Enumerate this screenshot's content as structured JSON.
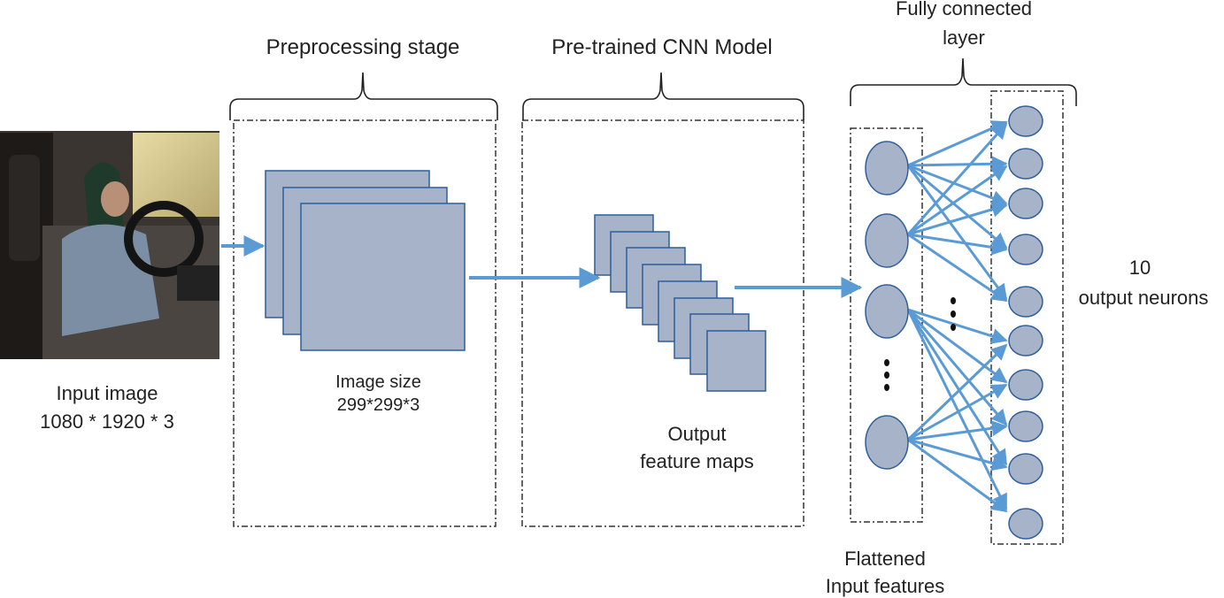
{
  "labels": {
    "input_image": "Input image",
    "input_dims": "1080 * 1920 * 3",
    "preprocessing": "Preprocessing stage",
    "image_size": "Image size",
    "image_size_dims": "299*299*3",
    "cnn_model": "Pre-trained CNN Model",
    "output": "Output",
    "feature_maps": "feature maps",
    "fc_line1": "Fully connected",
    "fc_line2": "layer",
    "output_count": "10",
    "output_neurons": "output neurons",
    "flattened": "Flattened",
    "input_features": "Input features"
  },
  "colors": {
    "arrow": "#5b9bd5",
    "sheet_fill": "#a7b3c8",
    "sheet_stroke": "#2e5e9b",
    "neuron_fill": "#a7b3c8",
    "neuron_stroke": "#2e5e9b",
    "dash": "#333333",
    "text": "#222222"
  },
  "icons": {
    "input_photo": "driver-in-car-photo"
  },
  "network": {
    "input_nodes_shown": 4,
    "output_nodes": 10
  }
}
